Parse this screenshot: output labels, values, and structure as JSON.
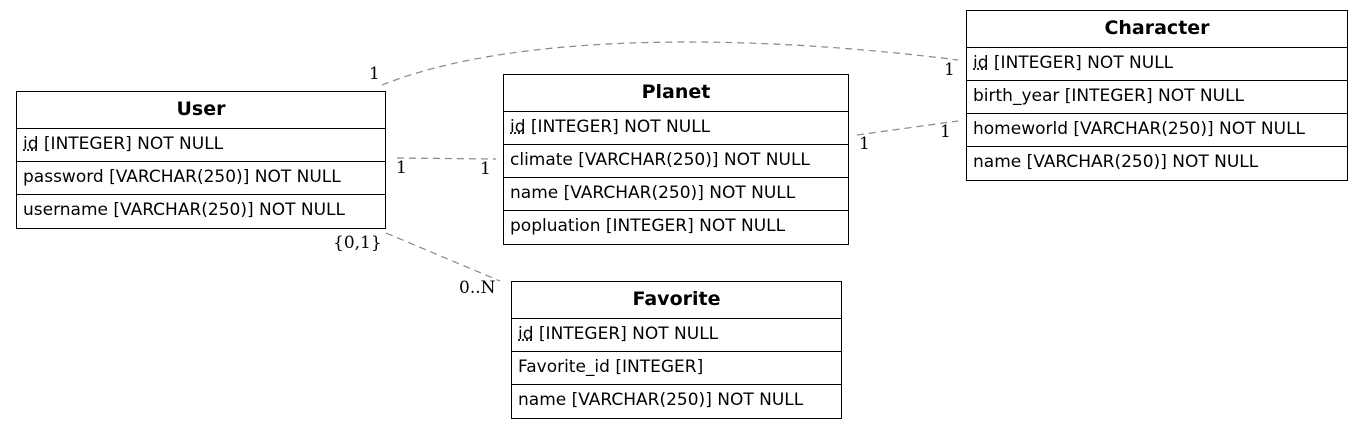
{
  "entities": {
    "user": {
      "title": "User",
      "fields": [
        {
          "pk": "id",
          "rest": " [INTEGER] NOT NULL"
        },
        {
          "text": "password [VARCHAR(250)] NOT NULL"
        },
        {
          "text": "username [VARCHAR(250)] NOT NULL"
        }
      ]
    },
    "planet": {
      "title": "Planet",
      "fields": [
        {
          "pk": "id",
          "rest": " [INTEGER] NOT NULL"
        },
        {
          "text": "climate [VARCHAR(250)] NOT NULL"
        },
        {
          "text": "name [VARCHAR(250)] NOT NULL"
        },
        {
          "text": "popluation [INTEGER] NOT NULL"
        }
      ]
    },
    "character": {
      "title": "Character",
      "fields": [
        {
          "pk": "id",
          "rest": " [INTEGER] NOT NULL"
        },
        {
          "text": "birth_year [INTEGER] NOT NULL"
        },
        {
          "text": "homeworld [VARCHAR(250)] NOT NULL"
        },
        {
          "text": "name [VARCHAR(250)] NOT NULL"
        }
      ]
    },
    "favorite": {
      "title": "Favorite",
      "fields": [
        {
          "pk": "id",
          "rest": " [INTEGER] NOT NULL"
        },
        {
          "text": "Favorite_id [INTEGER]"
        },
        {
          "text": "name [VARCHAR(250)] NOT NULL"
        }
      ]
    }
  },
  "relations": {
    "user_character": {
      "from_label": "1",
      "to_label": "1"
    },
    "user_planet": {
      "from_label": "1",
      "to_label": "1"
    },
    "planet_character": {
      "from_label": "1",
      "to_label": "1"
    },
    "user_favorite": {
      "from_label": "{0,1}",
      "to_label": "0..N"
    }
  },
  "colors": {
    "edge": "#888888",
    "border": "#000000"
  }
}
